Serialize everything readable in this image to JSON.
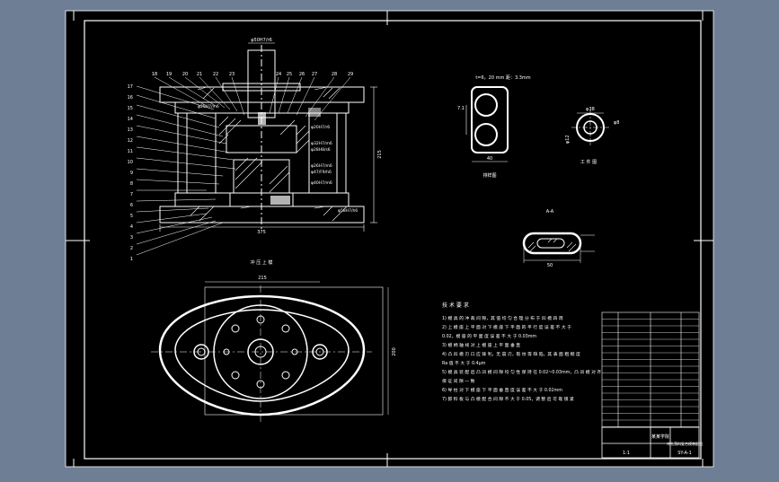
{
  "drawing": {
    "top_dim": "φ50H7/r6",
    "section_title": "冲 压 上 模",
    "bottom_dim_w": "215",
    "bottom_dim_h": "200",
    "front_height_dim": "215",
    "front_width_dim": "375",
    "fit_labels": [
      "φ25H7/m6",
      "φ20H7/r6",
      "φ32H7/m6",
      "φ28H8/s6",
      "φ26H7/m6",
      "φ47/F9/h6",
      "φ40H7/m6",
      "φ58H7/h6"
    ],
    "callouts_left": [
      "17",
      "16",
      "15",
      "14",
      "13",
      "12",
      "11",
      "10",
      "9",
      "8",
      "7",
      "6",
      "5",
      "4",
      "3",
      "2",
      "1"
    ],
    "callouts_top": [
      "18",
      "19",
      "20",
      "21",
      "22",
      "23",
      "24",
      "25",
      "26",
      "27",
      "28",
      "29"
    ],
    "strip_note": "t=6，20 mm 距：3.3mm",
    "strip_caption": "排样图",
    "strip_dims": [
      "7.1",
      "40"
    ],
    "part_caption": "工 件 图",
    "part_dims": [
      "φ38",
      "φ8",
      "φ12"
    ],
    "aa_label": "A-A",
    "aa_dim": "50",
    "tech_title": "技 术 要 求",
    "tech_notes": [
      "1) 模 具 的 冲 裁 间 隙，其 值 均 匀 合 理 分 布 于 凹 模 四 周",
      "2) 上 模 座 上 平 面 对 下 模 座 下 平 面 的 平 行 度 误 差 不 大 于",
      "   0.02，模 座 的 平 面 度 误 差 不 大 于 0.03mm",
      "3) 模 柄 轴 线 对 上 模 座 上 平 面 垂 直",
      "4) 凸 凹 模 刃 口 应 锋 利，无 崩 刃，裂 纹 等 缺 陷，其 表 面 粗 糙 度",
      "   Ra 值 不 大 于 0.4μm",
      "5) 模 具 装 配 后 凸 凹 模 间 隙 均 匀 性 保 持 在 0.02~0.03mm，凸 凹 模 对 齐",
      "   保 证 间 隙 一 致",
      "6) 导 柱 对 下 模 座 下 平 面 垂 直 度 误 差 不 大 于 0.02mm",
      "7) 卸 料 板 与 凸 模 配 合 间 隙 不 大 于 0.05，调 整 后 可 靠 锁 紧"
    ],
    "title_block": {
      "school": "某某学院",
      "drawing_name": "冲孔落料复合模装配图",
      "code": "SY-A-1",
      "scale": "1:1"
    }
  }
}
